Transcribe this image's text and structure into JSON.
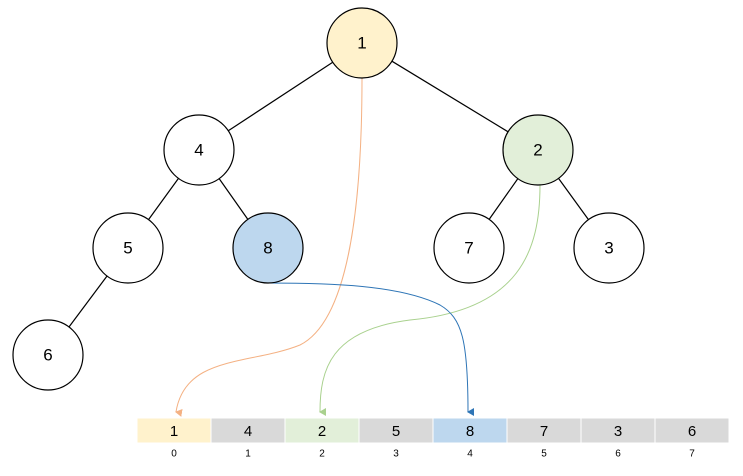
{
  "tree": {
    "nodes": [
      {
        "id": "n0",
        "label": "1",
        "fill": "#fff2cc"
      },
      {
        "id": "n1",
        "label": "4",
        "fill": "#ffffff"
      },
      {
        "id": "n2",
        "label": "2",
        "fill": "#e2efd9"
      },
      {
        "id": "n3",
        "label": "5",
        "fill": "#ffffff"
      },
      {
        "id": "n4",
        "label": "8",
        "fill": "#bdd7ee"
      },
      {
        "id": "n5",
        "label": "7",
        "fill": "#ffffff"
      },
      {
        "id": "n6",
        "label": "3",
        "fill": "#ffffff"
      },
      {
        "id": "n7",
        "label": "6",
        "fill": "#ffffff"
      }
    ],
    "edges": [
      {
        "from": "n0",
        "to": "n1"
      },
      {
        "from": "n0",
        "to": "n2"
      },
      {
        "from": "n1",
        "to": "n3"
      },
      {
        "from": "n1",
        "to": "n4"
      },
      {
        "from": "n2",
        "to": "n5"
      },
      {
        "from": "n2",
        "to": "n6"
      },
      {
        "from": "n3",
        "to": "n7"
      }
    ]
  },
  "array": {
    "cells": [
      {
        "value": "1",
        "index": "0",
        "fill": "#fff2cc"
      },
      {
        "value": "4",
        "index": "1",
        "fill": "#d9d9d9"
      },
      {
        "value": "2",
        "index": "2",
        "fill": "#e2efd9"
      },
      {
        "value": "5",
        "index": "3",
        "fill": "#d9d9d9"
      },
      {
        "value": "8",
        "index": "4",
        "fill": "#bdd7ee"
      },
      {
        "value": "7",
        "index": "5",
        "fill": "#d9d9d9"
      },
      {
        "value": "3",
        "index": "6",
        "fill": "#d9d9d9"
      },
      {
        "value": "6",
        "index": "7",
        "fill": "#d9d9d9"
      }
    ]
  },
  "mappings": [
    {
      "from_node": "n0",
      "to_cell": 0,
      "color": "#f4b183"
    },
    {
      "from_node": "n2",
      "to_cell": 2,
      "color": "#a9d18e"
    },
    {
      "from_node": "n4",
      "to_cell": 4,
      "color": "#2e75b6"
    }
  ]
}
